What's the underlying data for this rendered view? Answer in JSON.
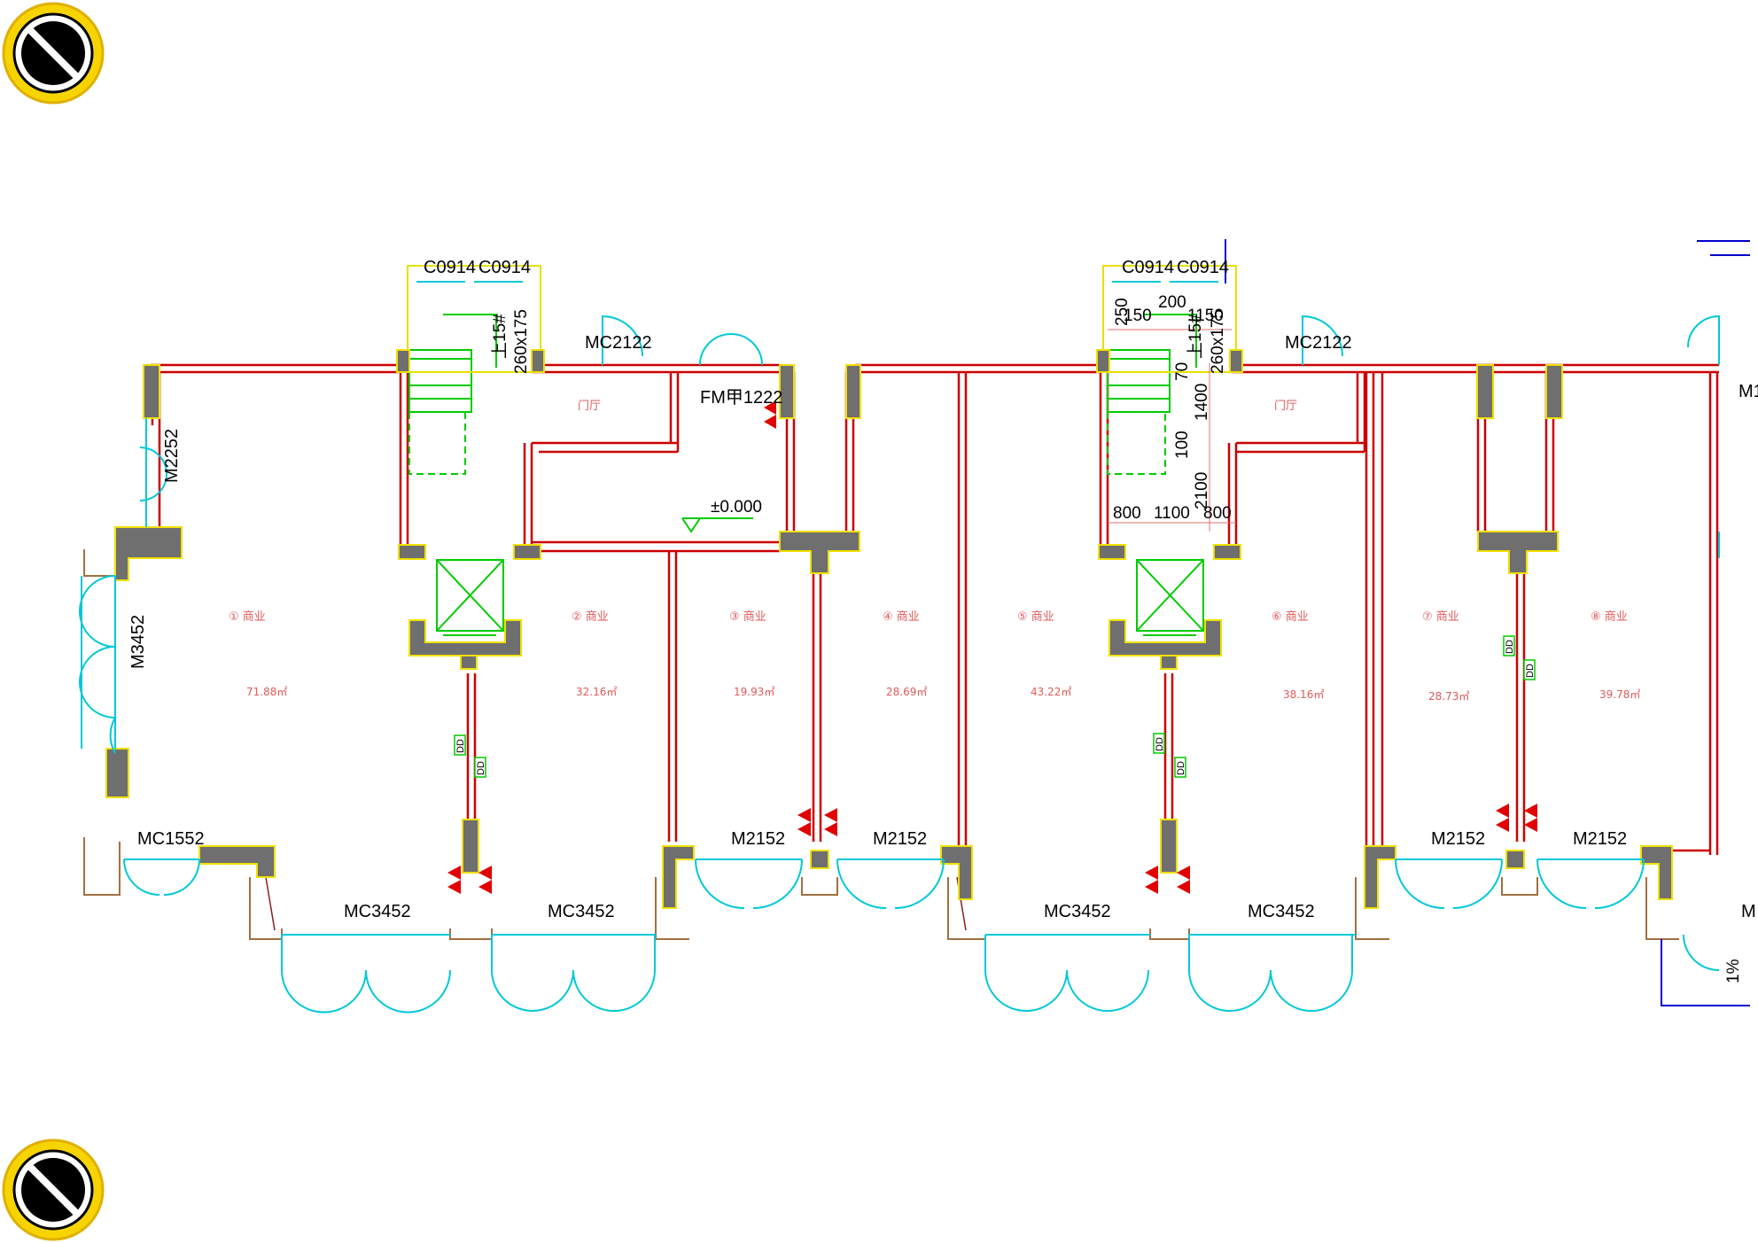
{
  "drawing": {
    "door_window_labels": {
      "c0914": "C0914",
      "mc2122": "MC2122",
      "fm1222": "FM甲1222",
      "m2252": "M2252",
      "m3452": "M3452",
      "mc1552": "MC1552",
      "mc3452": "MC3452",
      "m2152": "M2152",
      "m_edge": "M1",
      "m_edge2": "M"
    },
    "stair": {
      "label": "上15#",
      "dims": "260x175"
    },
    "hall_label": "门厅",
    "elevation": "±0.000",
    "slope": "1%",
    "dd": "DD",
    "dimensions": [
      "250",
      "150",
      "200",
      "1150",
      "70",
      "1400",
      "100",
      "2100",
      "800",
      "1100",
      "800"
    ],
    "rooms": [
      {
        "label": "① 商业",
        "area": "71.88㎡"
      },
      {
        "label": "② 商业",
        "area": "32.16㎡"
      },
      {
        "label": "③ 商业",
        "area": "19.93㎡"
      },
      {
        "label": "④ 商业",
        "area": "28.69㎡"
      },
      {
        "label": "⑤ 商业",
        "area": "43.22㎡"
      },
      {
        "label": "⑥ 商业",
        "area": "38.16㎡"
      },
      {
        "label": "⑦ 商业",
        "area": "28.73㎡"
      },
      {
        "label": "⑧ 商业",
        "area": "39.78㎡"
      }
    ],
    "colors": {
      "wall": "#cc0000",
      "door": "#00c8d8",
      "stair": "#00cc00",
      "column_fill": "#6f6f6f",
      "column_outline": "#f0e000"
    }
  }
}
